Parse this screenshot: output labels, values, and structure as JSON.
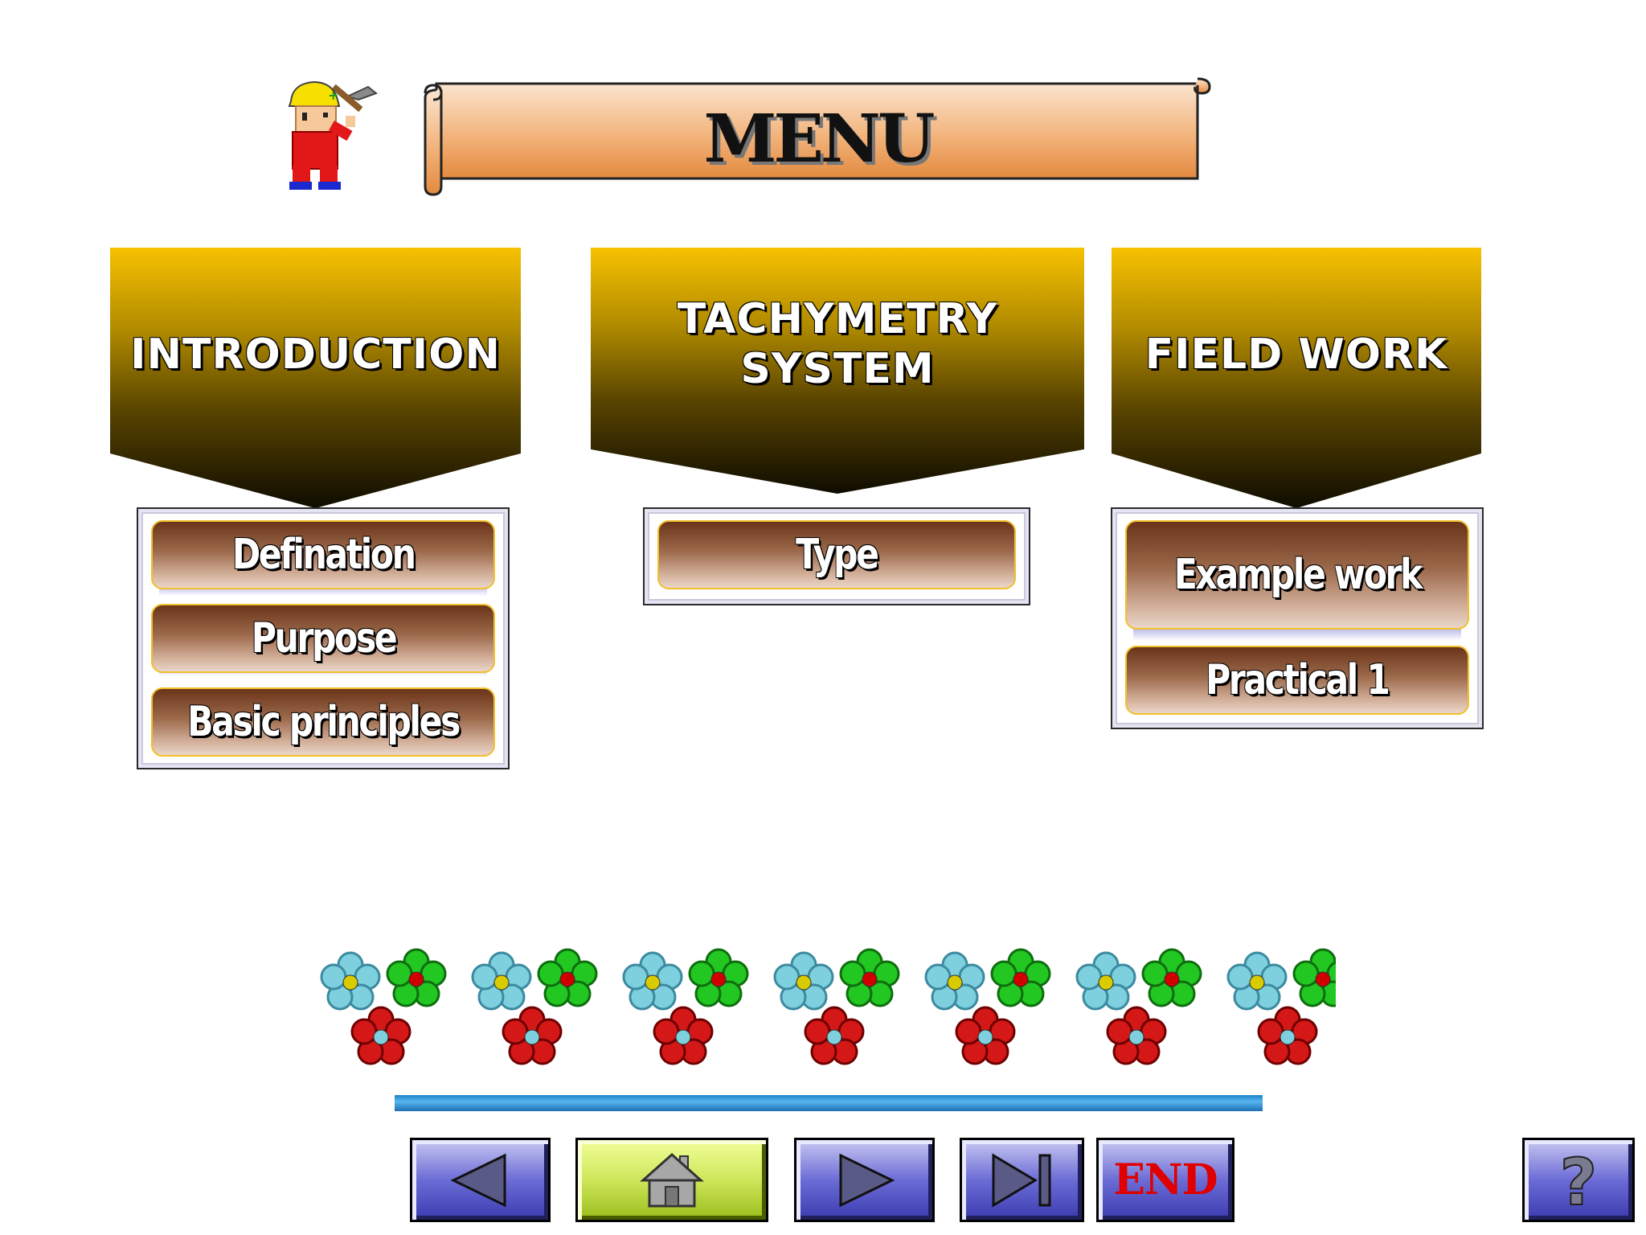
{
  "title": "MENU",
  "categories": [
    {
      "id": "introduction",
      "heading_lines": [
        "INTRODUCTION"
      ],
      "items": [
        "Defination",
        "Purpose",
        "Basic principles"
      ]
    },
    {
      "id": "tachymetry",
      "heading_lines": [
        "TACHYMETRY",
        "SYSTEM"
      ],
      "items": [
        "Type"
      ]
    },
    {
      "id": "field-work",
      "heading_lines": [
        "FIELD WORK"
      ],
      "items": [
        "Example work",
        "Practical 1"
      ]
    }
  ],
  "navigation": {
    "prev_icon": "triangle-left-icon",
    "home_icon": "house-icon",
    "next_icon": "triangle-right-icon",
    "last_icon": "skip-to-end-icon",
    "end_label": "END",
    "help_label": "?"
  },
  "colors": {
    "chevron_top": "#f7c100",
    "chevron_bottom": "#0f0c00",
    "button_brown": "#6a3418",
    "button_border": "#f2c02c",
    "nav_blue": "#6c6cd6",
    "nav_home_green": "#cde65a",
    "end_red": "#e00000",
    "bar_blue": "#1d82c8"
  },
  "decoration": {
    "mascot": "miner-with-pickaxe-icon",
    "flower_groups": 7
  }
}
